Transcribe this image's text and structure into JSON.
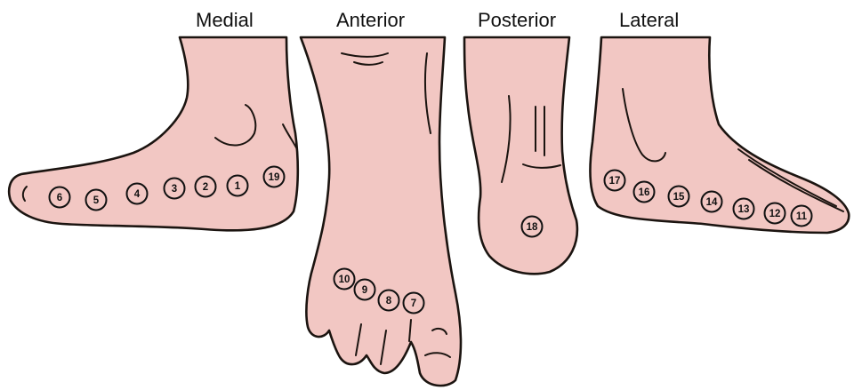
{
  "colors": {
    "skin": "#f2c7c3",
    "skin_shade": "#e7aeaa",
    "outline": "#1b1410",
    "marker_stroke": "#111111",
    "label": "#111111"
  },
  "views": {
    "medial": "Medial",
    "anterior": "Anterior",
    "posterior": "Posterior",
    "lateral": "Lateral"
  },
  "sites": [
    {
      "view": "medial",
      "number": "1"
    },
    {
      "view": "medial",
      "number": "2"
    },
    {
      "view": "medial",
      "number": "3"
    },
    {
      "view": "medial",
      "number": "4"
    },
    {
      "view": "medial",
      "number": "5"
    },
    {
      "view": "medial",
      "number": "6"
    },
    {
      "view": "medial",
      "number": "19"
    },
    {
      "view": "anterior",
      "number": "7"
    },
    {
      "view": "anterior",
      "number": "8"
    },
    {
      "view": "anterior",
      "number": "9"
    },
    {
      "view": "anterior",
      "number": "10"
    },
    {
      "view": "lateral",
      "number": "11"
    },
    {
      "view": "lateral",
      "number": "12"
    },
    {
      "view": "lateral",
      "number": "13"
    },
    {
      "view": "lateral",
      "number": "14"
    },
    {
      "view": "lateral",
      "number": "15"
    },
    {
      "view": "lateral",
      "number": "16"
    },
    {
      "view": "lateral",
      "number": "17"
    },
    {
      "view": "posterior",
      "number": "18"
    }
  ]
}
